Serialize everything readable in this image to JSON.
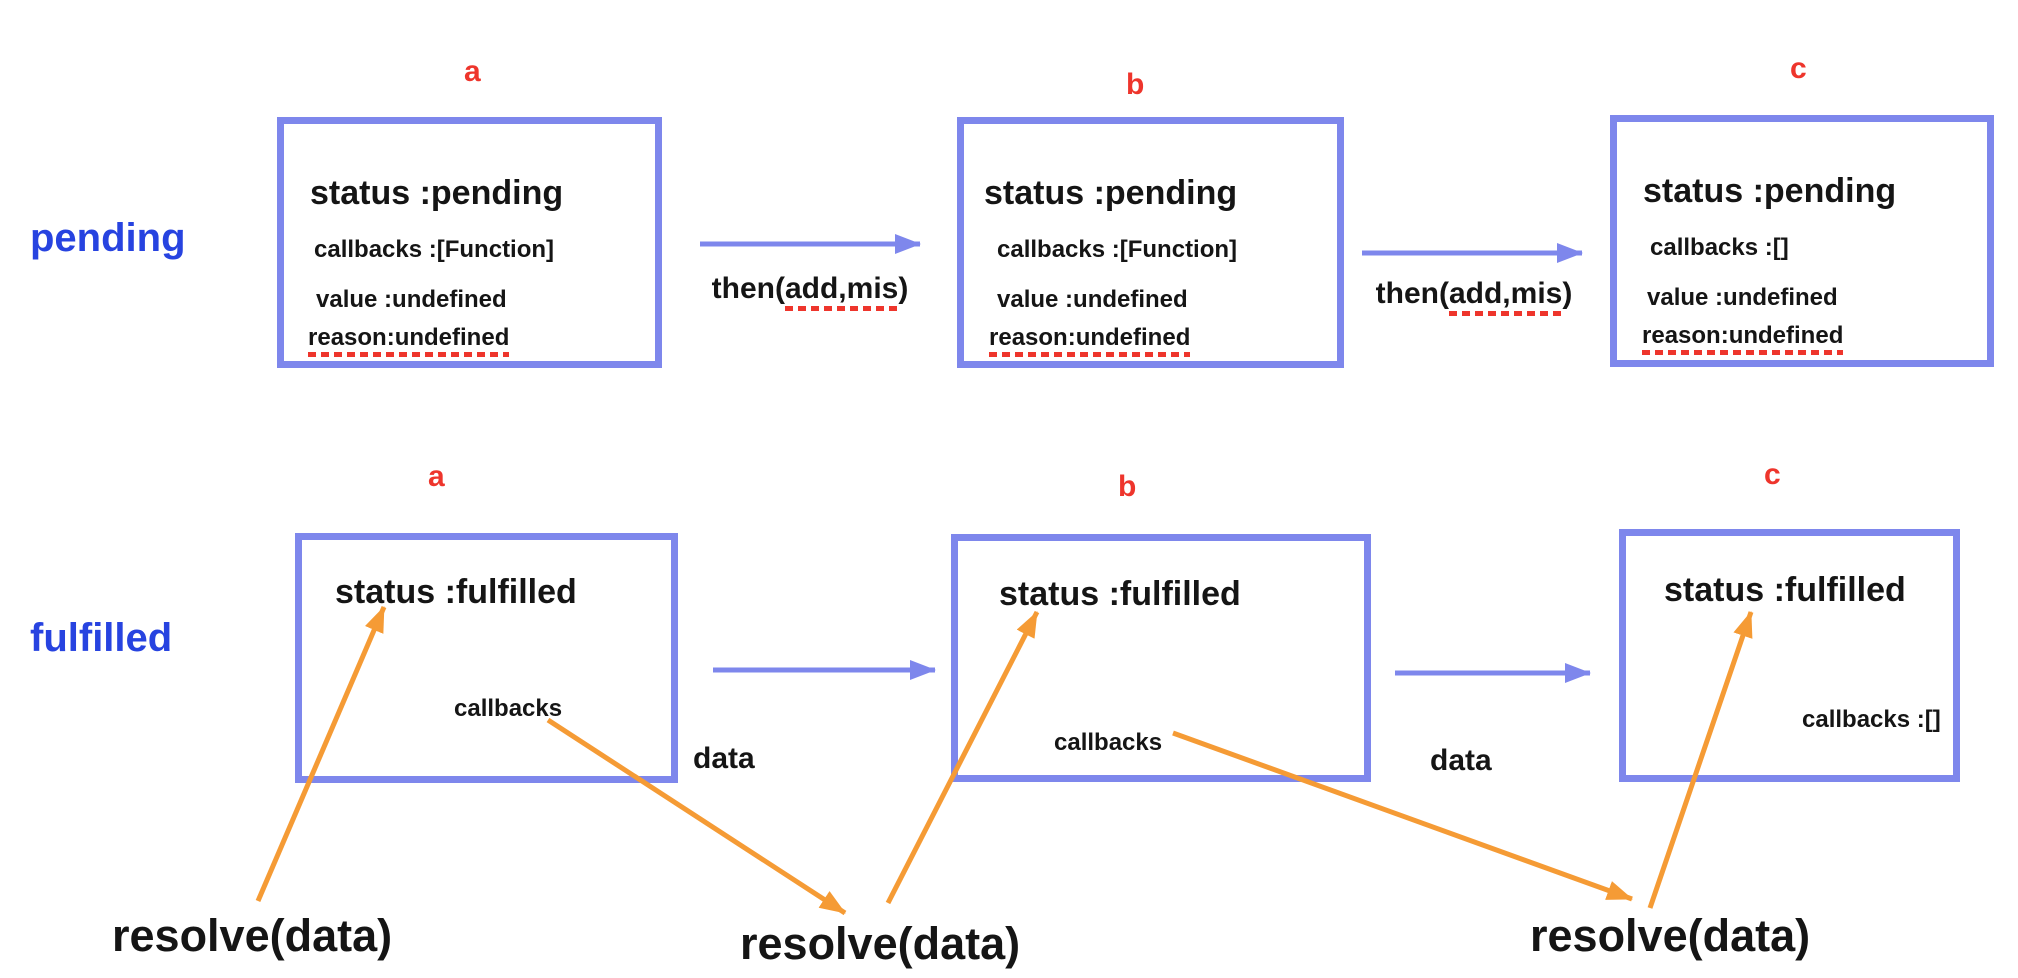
{
  "colors": {
    "box_border_blue": "#7e87ec",
    "arrow_blue": "#7e87ec",
    "arrow_orange": "#f59b35",
    "label_red": "#ee352c",
    "label_blue": "#2743e0",
    "text_black": "#151515",
    "underline_red": "#ee352c"
  },
  "pending_row": {
    "label": "pending",
    "box_a": {
      "tag": "a",
      "status": "status :pending",
      "callbacks": "callbacks :[Function]",
      "value": "value :undefined",
      "reason": "reason:undefined"
    },
    "box_b": {
      "tag": "b",
      "status": "status :pending",
      "callbacks": "callbacks :[Function]",
      "value": "value :undefined",
      "reason": "reason:undefined"
    },
    "box_c": {
      "tag": "c",
      "status": "status :pending",
      "callbacks": "callbacks :[]",
      "value": "value :undefined",
      "reason": "reason:undefined"
    },
    "then_1": {
      "prefix": "then(",
      "args": "add,mis",
      "suffix": ")"
    },
    "then_2": {
      "prefix": "then(",
      "args": "add,mis",
      "suffix": ")"
    }
  },
  "fulfilled_row": {
    "label": "fulfilled",
    "box_a": {
      "tag": "a",
      "status": "status :fulfilled",
      "callbacks": "callbacks"
    },
    "box_b": {
      "tag": "b",
      "status": "status :fulfilled",
      "callbacks": "callbacks"
    },
    "box_c": {
      "tag": "c",
      "status": "status :fulfilled",
      "callbacks": "callbacks :[]"
    },
    "data_label_1": "data",
    "data_label_2": "data",
    "resolve_1": "resolve(data)",
    "resolve_2": "resolve(data)",
    "resolve_3": "resolve(data)"
  }
}
